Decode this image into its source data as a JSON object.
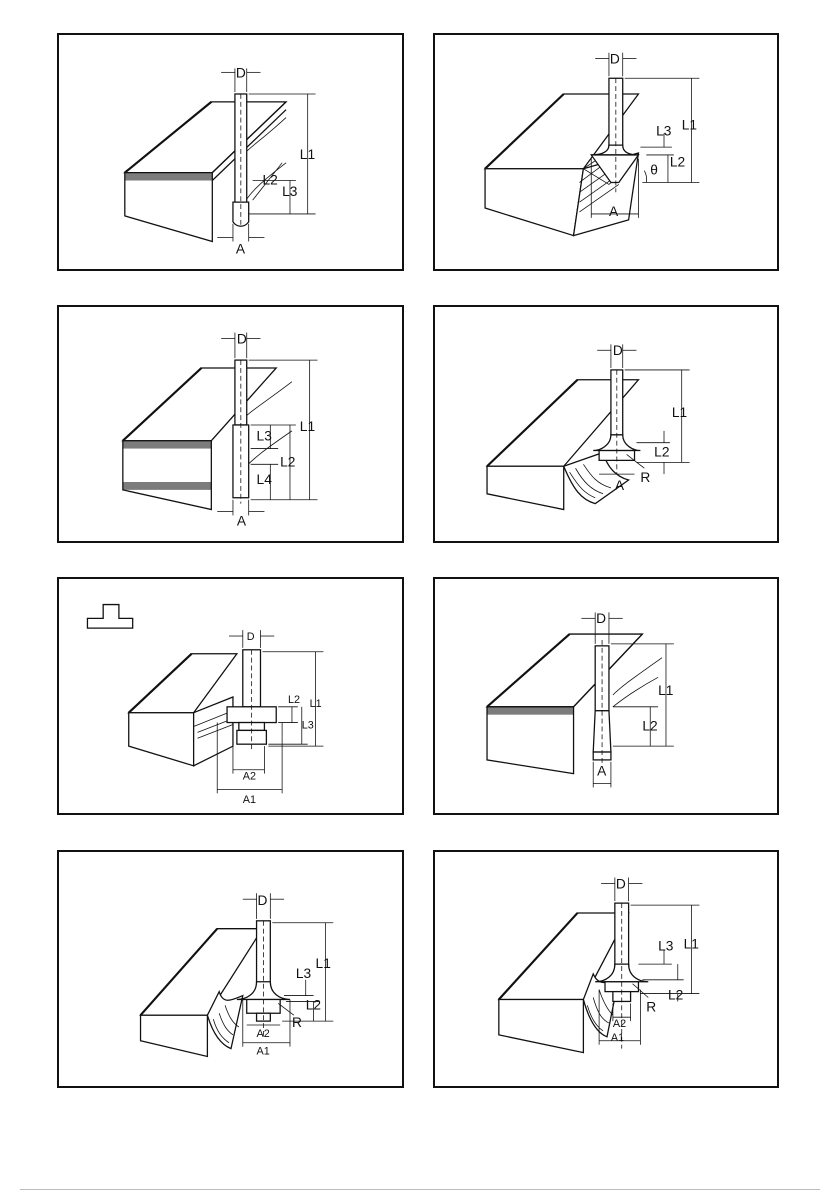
{
  "colors": {
    "line": "#111111",
    "background": "#ffffff"
  },
  "panels": [
    {
      "name": "straight-bit",
      "labels": {
        "D": "D",
        "L1": "L1",
        "L2": "L2",
        "L3": "L3",
        "A": "A"
      }
    },
    {
      "name": "v-groove-bit",
      "labels": {
        "D": "D",
        "L1": "L1",
        "L2": "L2",
        "L3": "L3",
        "A": "A",
        "theta": "θ"
      }
    },
    {
      "name": "double-straight-bit",
      "labels": {
        "D": "D",
        "L1": "L1",
        "L2": "L2",
        "L3": "L3",
        "L4": "L4",
        "A": "A"
      }
    },
    {
      "name": "cove-bit",
      "labels": {
        "D": "D",
        "L1": "L1",
        "L2": "L2",
        "A": "A",
        "R": "R"
      }
    },
    {
      "name": "slot-cutter-bit",
      "labels": {
        "D": "D",
        "L1": "L1",
        "L2": "L2",
        "L3": "L3",
        "A1": "A1",
        "A2": "A2"
      }
    },
    {
      "name": "flush-trim-bit",
      "labels": {
        "D": "D",
        "L1": "L1",
        "L2": "L2",
        "A": "A"
      }
    },
    {
      "name": "corner-rounding-bit",
      "labels": {
        "D": "D",
        "L1": "L1",
        "L2": "L2",
        "L3": "L3",
        "A1": "A1",
        "A2": "A2",
        "R": "R"
      }
    },
    {
      "name": "ball-bearing-corner-rounding-bit",
      "labels": {
        "D": "D",
        "L1": "L1",
        "L2": "L2",
        "L3": "L3",
        "A1": "A1",
        "A2": "A2",
        "R": "R"
      }
    }
  ]
}
